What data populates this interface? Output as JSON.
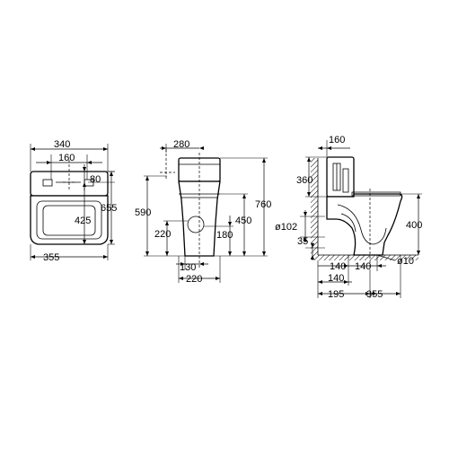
{
  "top_view": {
    "dims": {
      "overall_width": "340",
      "tank_width": "160",
      "outlet_offset": "80",
      "seat_depth": "425",
      "overall_depth": "655",
      "bowl_width": "355"
    }
  },
  "front_view": {
    "dims": {
      "top_offset": "280",
      "inlet_height": "590",
      "overall_height": "760",
      "outlet_height_left": "220",
      "seat_height": "450",
      "outlet_height_right": "180",
      "outlet_width": "130",
      "base_width": "220"
    }
  },
  "side_view": {
    "dims": {
      "tank_depth": "160",
      "tank_height": "360",
      "seat_height": "400",
      "pipe_diameter": "ø102",
      "floor_offset": "35",
      "fixing_left": "140",
      "fixing_right": "140",
      "fixing_hole": "ø10",
      "wall_to_axis": "140",
      "wall_to_outlet": "195",
      "outlet_to_front": "355"
    }
  }
}
